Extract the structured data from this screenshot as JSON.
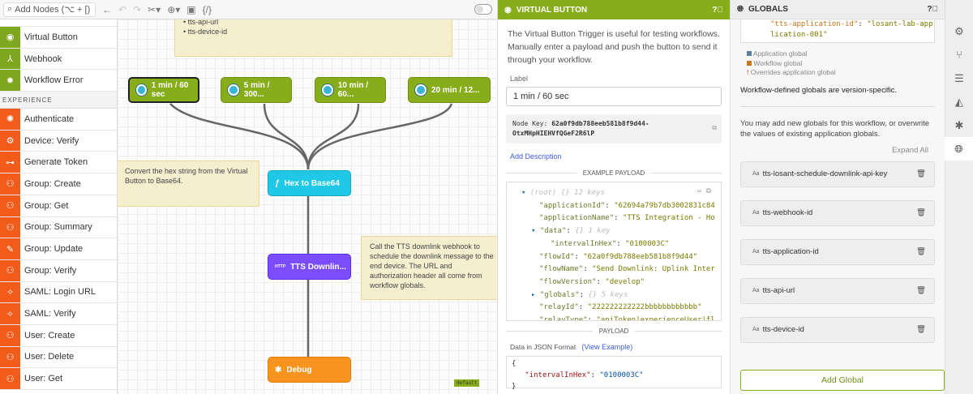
{
  "toolbar": {
    "search_placeholder": "Add Nodes (⌥ + [)"
  },
  "sidebar": {
    "triggers": [
      {
        "label": "Virtual Button",
        "icon": "virtual-button-icon"
      },
      {
        "label": "Webhook",
        "icon": "webhook-icon"
      },
      {
        "label": "Workflow Error",
        "icon": "workflow-error-icon"
      }
    ],
    "section": "EXPERIENCE",
    "experience": [
      {
        "label": "Authenticate"
      },
      {
        "label": "Device: Verify"
      },
      {
        "label": "Generate Token"
      },
      {
        "label": "Group: Create"
      },
      {
        "label": "Group: Get"
      },
      {
        "label": "Group: Summary"
      },
      {
        "label": "Group: Update"
      },
      {
        "label": "Group: Verify"
      },
      {
        "label": "SAML: Login URL"
      },
      {
        "label": "SAML: Verify"
      },
      {
        "label": "User: Create"
      },
      {
        "label": "User: Delete"
      },
      {
        "label": "User: Get"
      }
    ]
  },
  "canvas": {
    "notes": {
      "top": [
        "tts-api-url",
        "tts-device-id"
      ],
      "left": "Convert the hex string from the Virtual Button to Base64.",
      "right": "Call the TTS downlink webhook to schedule the downlink message to the end device. The URL and authorization header all come from workflow globals."
    },
    "triggers": [
      "1 min / 60 sec",
      "5 min / 300...",
      "10 min / 60...",
      "20 min / 12..."
    ],
    "hex_node": "Hex to Base64",
    "http_node": "TTS Downlin...",
    "debug_node": "Debug",
    "version_badge": "default"
  },
  "node_panel": {
    "title": "VIRTUAL BUTTON",
    "description": "The Virtual Button Trigger is useful for testing workflows. Manually enter a payload and push the button to send it through your workflow.",
    "label_caption": "Label",
    "label_value": "1 min / 60 sec",
    "node_key_label": "Node Key:",
    "node_key": "62a0f9db788eeb581b8f9d44-OtxMHpHIEHVfQGeF2R6lP",
    "add_description": "Add Description",
    "example_payload": "EXAMPLE PAYLOAD",
    "json": {
      "root": "(root)",
      "root_meta": "{} 12 keys",
      "lines": [
        {
          "k": "\"applicationId\"",
          "v": "\"62694a79b7db3002831c84"
        },
        {
          "k": "\"applicationName\"",
          "v": "\"TTS Integration - Ho"
        },
        {
          "k": "\"data\"",
          "m": "{} 1 key"
        },
        {
          "k": "\"intervalInHex\"",
          "v": "\"0100003C\""
        },
        {
          "k": "\"flowId\"",
          "v": "\"62a0f9db788eeb581b8f9d44\""
        },
        {
          "k": "\"flowName\"",
          "v": "\"Send Downlink: Uplink Inter"
        },
        {
          "k": "\"flowVersion\"",
          "v": "\"develop\""
        },
        {
          "k": "\"globals\"",
          "m": "{} 5 keys"
        },
        {
          "k": "\"relayId\"",
          "v": "\"222222222222bbbbbbbbbbbb\""
        },
        {
          "k": "\"relayType\"",
          "v": "\"apiToken|experienceUser|fl"
        }
      ]
    },
    "payload": "PAYLOAD",
    "data_json_label": "Data in JSON Format",
    "view_example": "(View Example)",
    "payload_key": "\"intervalInHex\"",
    "payload_value": "\"0100003C\""
  },
  "globals_panel": {
    "title": "GLOBALS",
    "json_key": "\"tts-application-id\"",
    "json_value": "\"losant-lab-application-001\"",
    "legend": [
      {
        "label": "Application global",
        "color": "#5b7fa3"
      },
      {
        "label": "Workflow global",
        "color": "#c8741a"
      },
      {
        "label": "Overrides application global",
        "mark": "!"
      }
    ],
    "version_note": "Workflow-defined globals are version-specific.",
    "add_note": "You may add new globals for this workflow, or overwrite the values of existing application globals.",
    "expand_all": "Expand All",
    "items": [
      "tts-losant-schedule-downlink-api-key",
      "tts-webhook-id",
      "tts-application-id",
      "tts-api-url",
      "tts-device-id"
    ],
    "add_button": "Add Global"
  },
  "colors": {
    "trigger": "#88ad1b",
    "experience": "#f35b1a",
    "function": "#1ec8e6",
    "http": "#7c4dff",
    "debug": "#f7941d"
  }
}
